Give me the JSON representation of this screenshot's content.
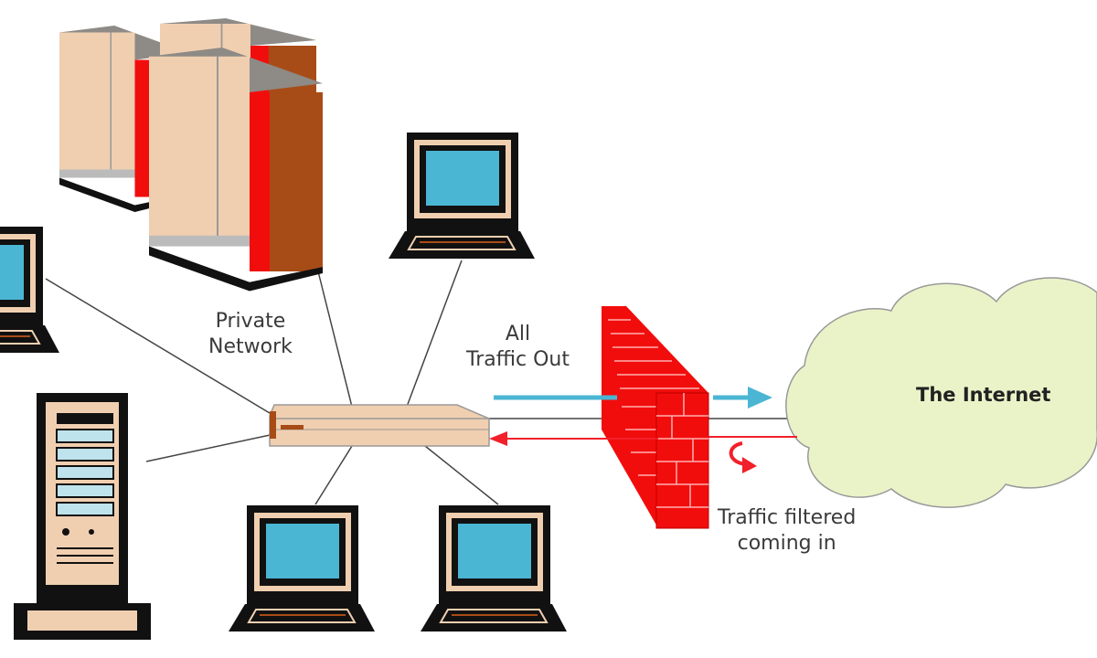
{
  "labels": {
    "private_network_line1": "Private",
    "private_network_line2": "Network",
    "traffic_out_line1": "All",
    "traffic_out_line2": "Traffic Out",
    "internet": "The Internet",
    "filtered_line1": "Traffic filtered",
    "filtered_line2": "coming in"
  },
  "colors": {
    "screen": "#4bb6d3",
    "beige": "#f0cfb0",
    "rust": "#a84c17",
    "firewall_red": "#f20d0d",
    "outgoing_arrow": "#4bb6d3",
    "incoming_arrow": "#f2202a",
    "cloud": "#eaf3c8"
  },
  "icons": [
    "mainframe-server",
    "laptop-computer",
    "tower-server",
    "network-hub",
    "firewall-brick-wall",
    "internet-cloud"
  ]
}
